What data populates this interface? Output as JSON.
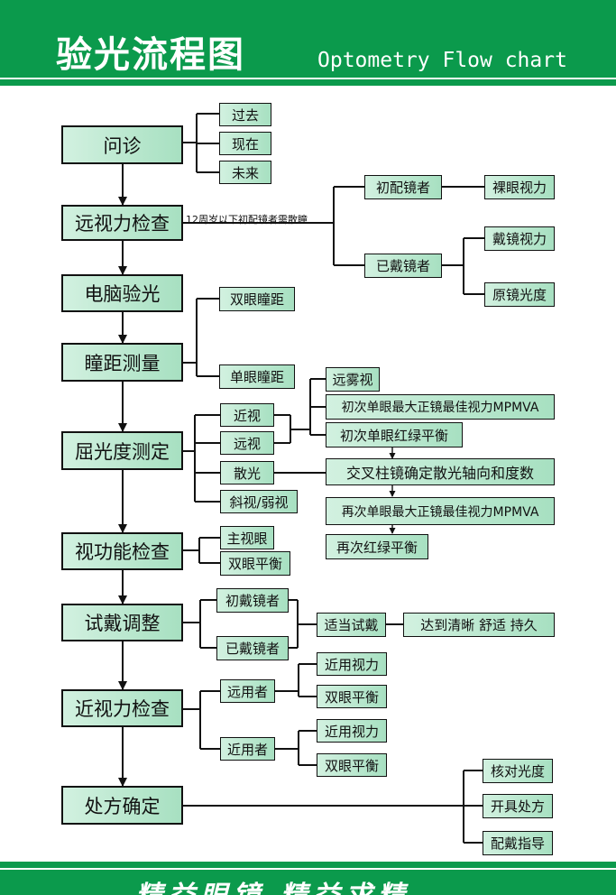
{
  "header": {
    "title": "验光流程图",
    "subtitle": "Optometry Flow chart"
  },
  "footer": {
    "slogan": "精益眼镜  精益求精"
  },
  "steps": [
    "问诊",
    "远视力检查",
    "电脑验光",
    "瞳距测量",
    "屈光度测定",
    "视功能检查",
    "试戴调整",
    "近视力检查",
    "处方确定"
  ],
  "inquiry": [
    "过去",
    "现在",
    "未来"
  ],
  "distance_vision": {
    "note": "12周岁以下初配镜者需散瞳",
    "first_time": "初配镜者",
    "first_time_item": "裸眼视力",
    "wearer": "已戴镜者",
    "wearer_items": [
      "戴镜视力",
      "原镜光度"
    ]
  },
  "pd": [
    "双眼瞳距",
    "单眼瞳距"
  ],
  "refraction": {
    "types": [
      "近视",
      "远视",
      "散光",
      "斜视/弱视"
    ],
    "steps": [
      "远雾视",
      "初次单眼最大正镜最佳视力MPMVA",
      "初次单眼红绿平衡",
      "交叉柱镜确定散光轴向和度数",
      "再次单眼最大正镜最佳视力MPMVA",
      "再次红绿平衡"
    ]
  },
  "function": [
    "主视眼",
    "双眼平衡"
  ],
  "trial": {
    "groups": [
      "初戴镜者",
      "已戴镜者"
    ],
    "action": "适当试戴",
    "result": "达到清晰  舒适  持久"
  },
  "near": {
    "far_users": "远用者",
    "near_users": "近用者",
    "items": [
      "近用视力",
      "双眼平衡"
    ]
  },
  "prescription": [
    "核对光度",
    "开具处方",
    "配戴指导"
  ]
}
